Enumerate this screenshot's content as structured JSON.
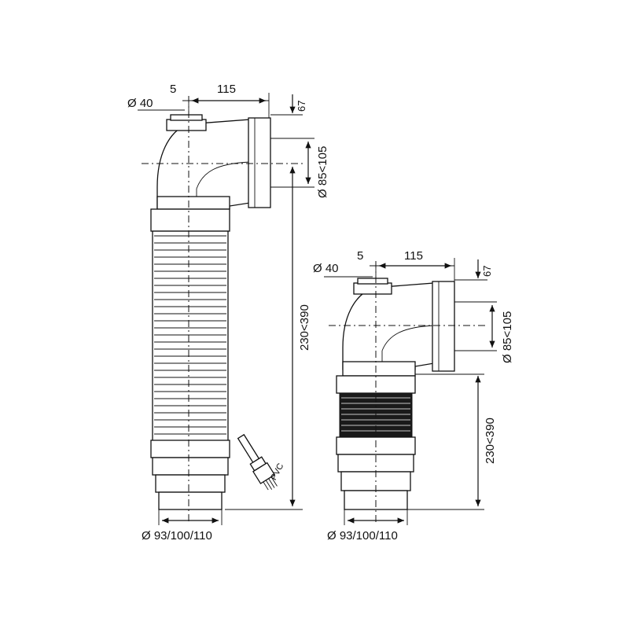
{
  "colors": {
    "ink": "#111111",
    "background": "#ffffff",
    "dark_band": "#1a1a1a"
  },
  "left_drawing": {
    "dim_outlet_diameter": "Ø 40",
    "dim_offset": "5",
    "dim_horizontal": "115",
    "dim_inlet_depth": "67",
    "dim_inlet_diameter": "Ø 85<105",
    "dim_length": "230<390",
    "dim_base_diameter": "Ø 93/100/110",
    "material_label": "PVC"
  },
  "right_drawing": {
    "dim_outlet_diameter": "Ø 40",
    "dim_offset": "5",
    "dim_horizontal": "115",
    "dim_inlet_depth": "67",
    "dim_inlet_diameter": "Ø 85<105",
    "dim_length": "230<390",
    "dim_base_diameter": "Ø 93/100/110"
  }
}
